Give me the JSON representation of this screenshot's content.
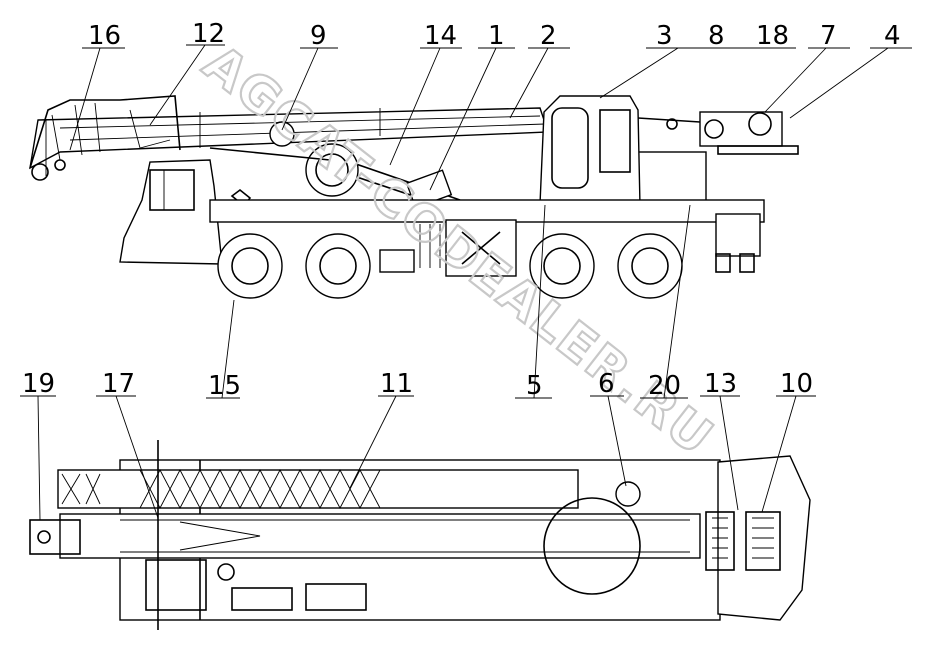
{
  "watermark": "AGCAT-CODEALER.RU",
  "labels": {
    "l1": "1",
    "l2": "2",
    "l3": "3",
    "l4": "4",
    "l5": "5",
    "l6": "6",
    "l7": "7",
    "l8": "8",
    "l9": "9",
    "l10": "10",
    "l11": "11",
    "l12": "12",
    "l13": "13",
    "l14": "14",
    "l15": "15",
    "l16": "16",
    "l17": "17",
    "l18": "18",
    "l19": "19",
    "l20": "20"
  }
}
